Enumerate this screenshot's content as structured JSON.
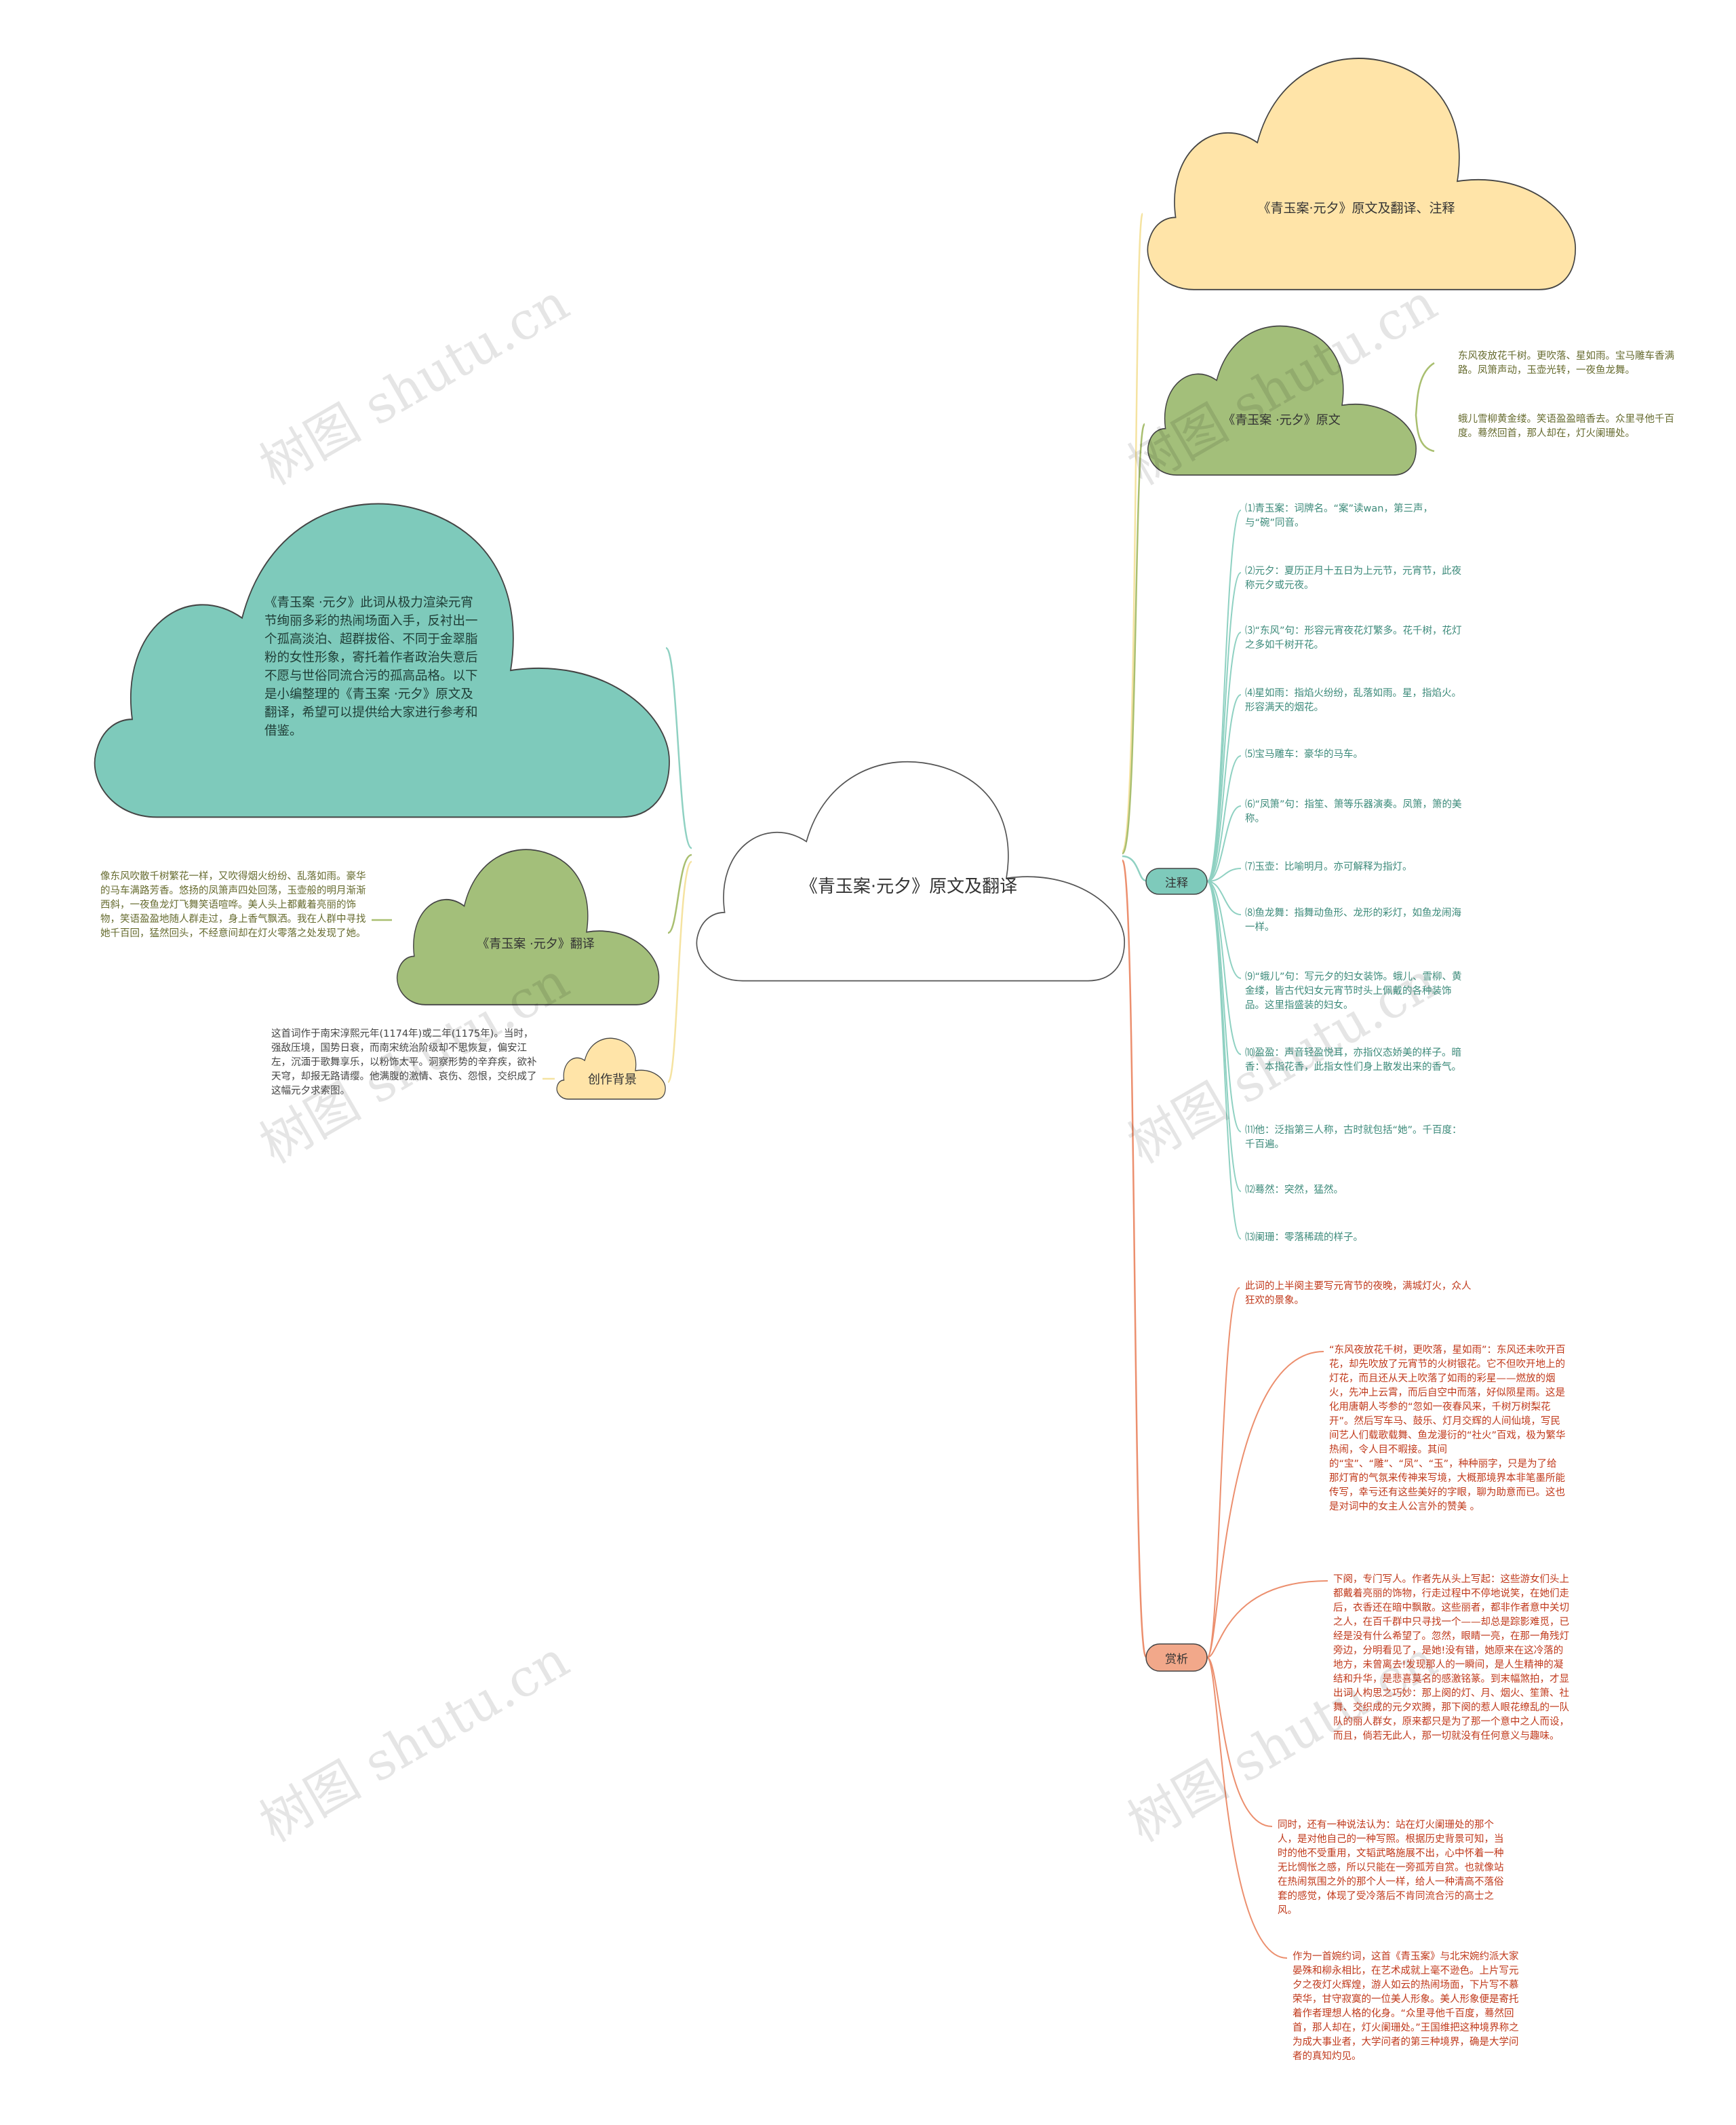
{
  "root": {
    "title": "《青玉案·元夕》原文及翻译"
  },
  "intro": {
    "text": "《青玉案 ·元夕》此词从极力渲染元宵节绚丽多彩的热闹场面入手，反衬出一个孤高淡泊、超群拔俗、不同于金翠脂粉的女性形象，寄托着作者政治失意后不愿与世俗同流合污的孤高品格。以下是小编整理的《青玉案 ·元夕》原文及翻译，希望可以提供给大家进行参考和借鉴。"
  },
  "translation": {
    "label": "《青玉案 ·元夕》翻译",
    "text": "像东风吹散千树繁花一样，又吹得烟火纷纷、乱落如雨。豪华的马车满路芳香。悠扬的凤箫声四处回荡，玉壶般的明月渐渐西斜，一夜鱼龙灯飞舞笑语喧哗。美人头上都戴着亮丽的饰物，笑语盈盈地随人群走过，身上香气飘洒。我在人群中寻找她千百回，猛然回头，不经意间却在灯火零落之处发现了她。"
  },
  "background": {
    "label": "创作背景",
    "text": "这首词作于南宋淳熙元年(1174年)或二年(1175年)。当时，强敌压境，国势日衰，而南宋统治阶级却不思恢复，偏安江左，沉湎于歌舞享乐，以粉饰太平。洞察形势的辛弃疾，欲补天穹，却报无路请缨。他满腹的激情、哀伤、怨恨，交织成了这幅元夕求索图。"
  },
  "title_node": {
    "label": "《青玉案·元夕》原文及翻译、注释"
  },
  "original": {
    "label": "《青玉案 ·元夕》原文",
    "lines": [
      "东风夜放花千树。更吹落、星如雨。宝马雕车香满路。凤箫声动，玉壶光转，一夜鱼龙舞。",
      "蛾儿雪柳黄金缕。笑语盈盈暗香去。众里寻他千百度。蓦然回首，那人却在，灯火阑珊处。"
    ]
  },
  "notes": {
    "label": "注释",
    "items": [
      "⑴青玉案：词牌名。“案”读wan，第三声，与“碗”同音。",
      "⑵元夕：夏历正月十五日为上元节，元宵节，此夜称元夕或元夜。",
      "⑶“东风”句：形容元宵夜花灯繁多。花千树，花灯之多如千树开花。",
      "⑷星如雨：指焰火纷纷，乱落如雨。星，指焰火。形容满天的烟花。",
      "⑸宝马雕车：豪华的马车。",
      "⑹“凤箫”句：指笙、箫等乐器演奏。凤箫，箫的美称。",
      "⑺玉壶：比喻明月。亦可解释为指灯。",
      "⑻鱼龙舞：指舞动鱼形、龙形的彩灯，如鱼龙闹海一样。",
      "⑼“蛾儿”句：写元夕的妇女装饰。蛾儿、雪柳、黄金缕，皆古代妇女元宵节时头上佩戴的各种装饰品。这里指盛装的妇女。",
      "⑽盈盈：声音轻盈悦耳，亦指仪态娇美的样子。暗香：本指花香，此指女性们身上散发出来的香气。",
      "⑾他：泛指第三人称，古时就包括“她”。千百度：千百遍。",
      "⑿蓦然：突然，猛然。",
      "⒀阑珊：零落稀疏的样子。"
    ]
  },
  "appreciation": {
    "label": "赏析",
    "items": [
      "此词的上半阕主要写元宵节的夜晚，满城灯火，众人狂欢的景象。",
      "“东风夜放花千树，更吹落，星如雨”：东风还未吹开百花，却先吹放了元宵节的火树银花。它不但吹开地上的灯花，而且还从天上吹落了如雨的彩星——燃放的烟火，先冲上云霄，而后自空中而落，好似陨星雨。这是化用唐朝人岑参的“忽如一夜春风来，千树万树梨花开”。然后写车马、鼓乐、灯月交辉的人间仙境，写民间艺人们载歌载舞、鱼龙漫衍的“社火”百戏，极为繁华热闹，令人目不暇接。其间的“宝”、“雕”、“凤”、“玉”，种种丽字，只是为了给那灯宵的气氛来传神来写境，大概那境界本非笔墨所能传写，幸亏还有这些美好的字眼，聊为助意而已。这也是对词中的女主人公言外的赞美 。",
      "下阕，专门写人。作者先从头上写起：这些游女们头上都戴着亮丽的饰物，行走过程中不停地说笑，在她们走后，衣香还在暗中飘散。这些丽者，都非作者意中关切之人，在百千群中只寻找一个——却总是踪影难觅，已经是没有什么希望了。忽然，眼睛一亮，在那一角残灯旁边，分明看见了，是她!没有错，她原来在这冷落的地方，未曾离去!发现那人的一瞬间，是人生精神的凝结和升华，是悲喜莫名的感激铭篆。到末幅煞拍，才显出词人构思之巧妙：那上阕的灯、月、烟火、笙箫、社舞、交织成的元夕欢腾，那下阕的惹人眼花缭乱的一队队的丽人群女，原来都只是为了那一个意中之人而设，而且，倘若无此人，那一切就没有任何意义与趣味。",
      "同时，还有一种说法认为：站在灯火阑珊处的那个人，是对他自己的一种写照。根据历史背景可知，当时的他不受重用，文韬武略施展不出，心中怀着一种无比惆怅之感，所以只能在一旁孤芳自赏。也就像站在热闹氛围之外的那个人一样，给人一种清高不落俗套的感觉，体现了受冷落后不肯同流合污的高士之风。",
      "作为一首婉约词，这首《青玉案》与北宋婉约派大家晏殊和柳永相比，在艺术成就上毫不逊色。上片写元夕之夜灯火辉煌，游人如云的热闹场面，下片写不慕荣华，甘守寂寞的一位美人形象。美人形象便是寄托着作者理想人格的化身。“众里寻他千百度，蓦然回首，那人却在，灯火阑珊处。”王国维把这种境界称之为成大事业者，大学问者的第三种境界，确是大学问者的真知灼见。"
    ]
  },
  "watermark": "树图 shutu.cn",
  "colors": {
    "root_fill": "#ffffff",
    "root_stroke": "#555555",
    "teal": "#7ecabb",
    "olive": "#a3bf7a",
    "peach": "#ffe4a8",
    "line_yellow": "#f5e3a1",
    "line_olive": "#a9bf70",
    "line_teal": "#8fd1c2",
    "line_orange": "#ec8f6e",
    "text_dark": "#333333",
    "text_notes": "#3c8a7a",
    "text_appre": "#c0391b",
    "text_trans": "#666b2f"
  }
}
